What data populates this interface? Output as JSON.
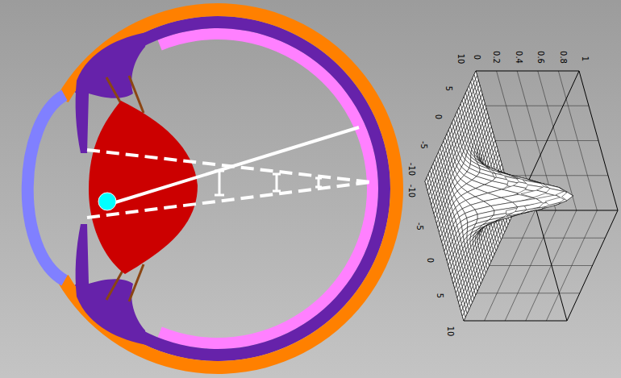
{
  "diagram": {
    "labels": [
      "10",
      "5",
      "0",
      "-5",
      "-10",
      "-10",
      "-5",
      "0",
      "5",
      "10",
      "0",
      "0.2",
      "0.4",
      "0.6",
      "0.8",
      "1"
    ]
  }
}
